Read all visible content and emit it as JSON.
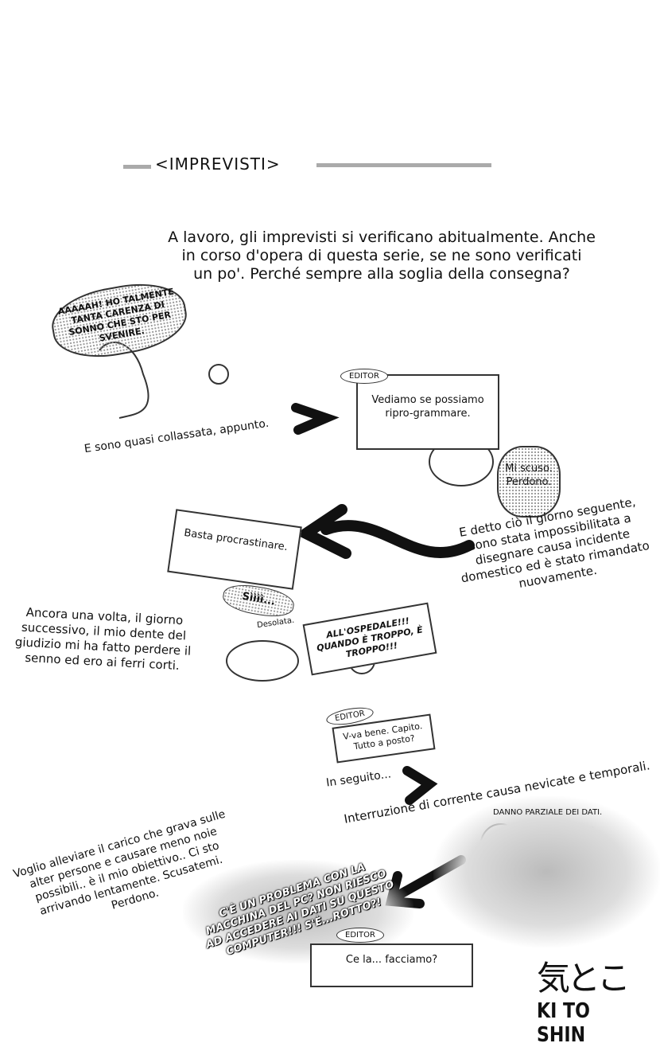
{
  "title": "<IMPREVISTI>",
  "intro": [
    "A lavoro, gli imprevisti si verificano abitualmente. Anche",
    "in corso d'opera di questa serie, se ne sono verificati",
    "un po'. Perché sempre alla soglia della consegna?"
  ],
  "panel1": {
    "bubble": "AAAAAH! HO TALMENTE TANTA CARENZA DI SONNO CHE STO PER SVENIRE.",
    "caption": "E sono quasi collassata, appunto."
  },
  "panel2": {
    "tag": "EDITOR",
    "bubble": "Vediamo se possiamo ripro-grammare.",
    "apology": "Mi scuso. Perdono."
  },
  "caption2": "E detto ciò il giorno seguente, sono stata impossibilitata a disegnare causa incidente domestico ed è stato rimandato nuovamente.",
  "panel3": {
    "bubble": "Basta procrastinare.",
    "reply": "Sìììì...",
    "sorry": "Desolata.",
    "caption": "Ancora una volta, il giorno successivo, il mio dente del giudizio mi ha fatto perdere il senno ed ero ai ferri corti.",
    "shout": "ALL'OSPEDALE!!! QUANDO È TROPPO, È TROPPO!!!",
    "tag": "EDITOR",
    "editor": "V-va bene. Capito. Tutto a posto?"
  },
  "after": "In seguito...",
  "caption3": "Interruzione di corrente causa nevicate e temporali.",
  "panel4": {
    "note": "DANNO PARZIALE DEI DATI.",
    "shout": "C'È UN PROBLEMA CON LA MACCHINA DEL PC? NON RIESCO AD ACCEDERE AI DATI SU QUESTO COMPUTER!!! S'È...ROTTO?!",
    "tag": "EDITOR",
    "editor": "Ce la... facciamo?"
  },
  "closing": "Voglio alleviare il carico che grava sulle alter persone e causare meno noie possibili.. è il mio obiettivo.. Ci sto arrivando lentamente. Scusatemi. Perdono.",
  "logo": {
    "kanji": "気とこ",
    "text": "KI TO SHIN"
  }
}
